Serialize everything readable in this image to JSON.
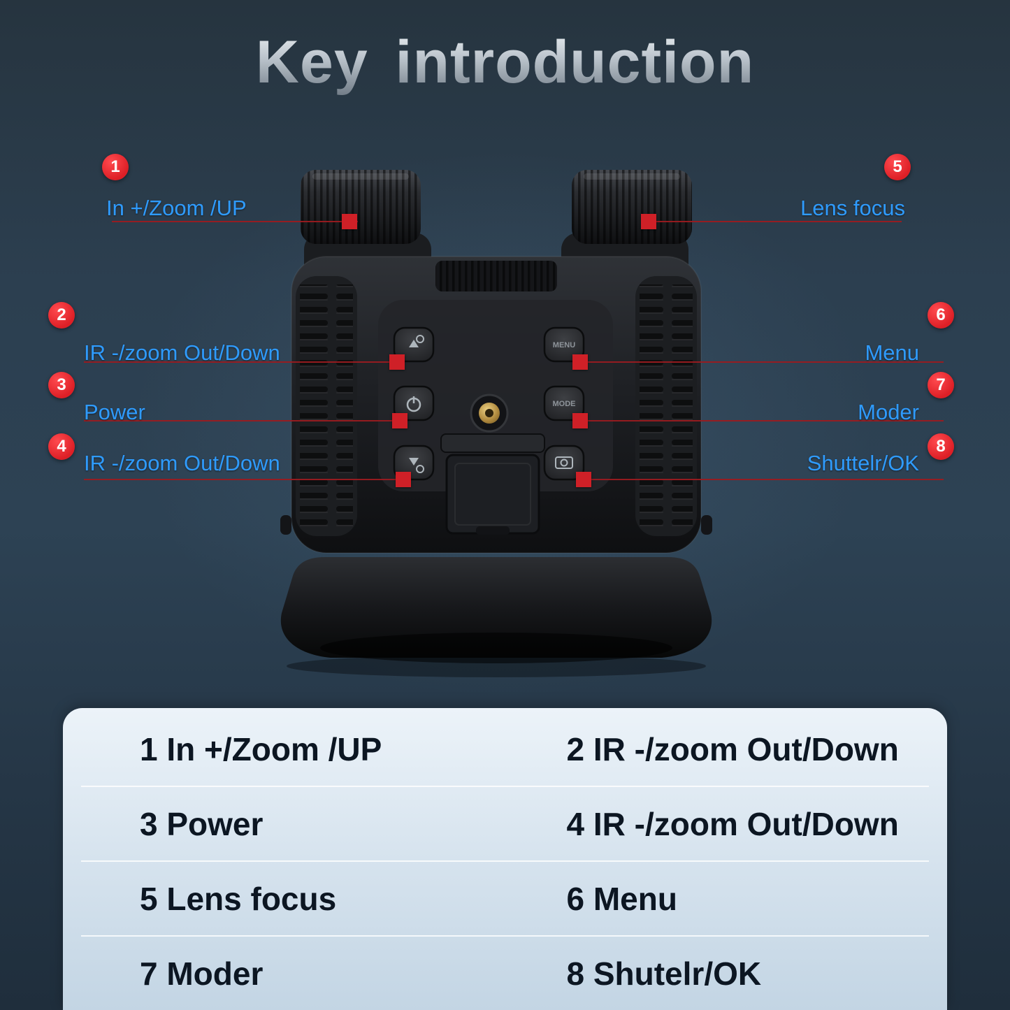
{
  "title": "Key introduction",
  "callouts": [
    {
      "num": "1",
      "label": "In +/Zoom /UP"
    },
    {
      "num": "2",
      "label": "IR -/zoom Out/Down"
    },
    {
      "num": "3",
      "label": "Power"
    },
    {
      "num": "4",
      "label": "IR -/zoom Out/Down"
    },
    {
      "num": "5",
      "label": "Lens focus"
    },
    {
      "num": "6",
      "label": "Menu"
    },
    {
      "num": "7",
      "label": "Moder"
    },
    {
      "num": "8",
      "label": "Shuttelr/OK"
    }
  ],
  "device": {
    "menu_label": "MENU",
    "mode_label": "MODE"
  },
  "table": {
    "rows": [
      [
        "1 In +/Zoom /UP",
        "2 IR -/zoom Out/Down"
      ],
      [
        "3 Power",
        "4 IR -/zoom Out/Down"
      ],
      [
        "5 Lens focus",
        "6 Menu"
      ],
      [
        "7 Moder",
        "8 Shutelr/OK"
      ]
    ]
  },
  "colors": {
    "badge_red": "#dd1f26",
    "label_blue": "#2f9bfd",
    "connector_red": "#9b1b20",
    "marker_red": "#cf2027",
    "table_text": "#0c1622"
  }
}
